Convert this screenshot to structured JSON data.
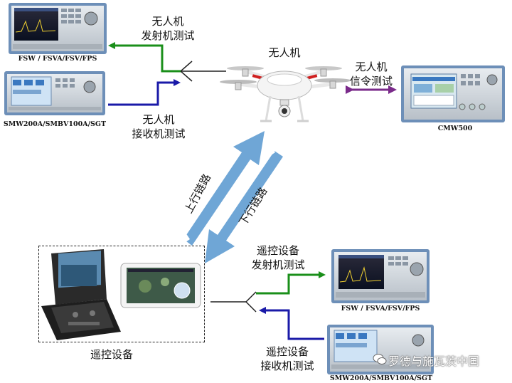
{
  "labels": {
    "drone": "无人机",
    "drone_tx_test": [
      "无人机",
      "发射机测试"
    ],
    "drone_rx_test": [
      "无人机",
      "接收机测试"
    ],
    "drone_sig_test": [
      "无人机",
      "信令测试"
    ],
    "uplink": "上行链路",
    "downlink": "下行链路",
    "remote_tx_test": [
      "遥控设备",
      "发射机测试"
    ],
    "remote_rx_test": [
      "遥控设备",
      "接收机测试"
    ],
    "remote_device": "遥控设备"
  },
  "instruments": {
    "analyzer_top": "FSW / FSVA/FSV/FPS",
    "generator_top": "SMW200A/SMBV100A/SGT",
    "cmw": "CMW500",
    "analyzer_bottom": "FSW / FSVA/FSV/FPS",
    "generator_bottom": "SMW200A/SMBV100A/SGT"
  },
  "watermark": "罗德与施瓦茨中国",
  "colors": {
    "tx_arrow": "#1a8f1a",
    "rx_arrow": "#1a1aa8",
    "signaling_arrow": "#7a2a8a",
    "link_arrow": "#6fa6d6",
    "instrument_blue": "#5b8fc7"
  }
}
